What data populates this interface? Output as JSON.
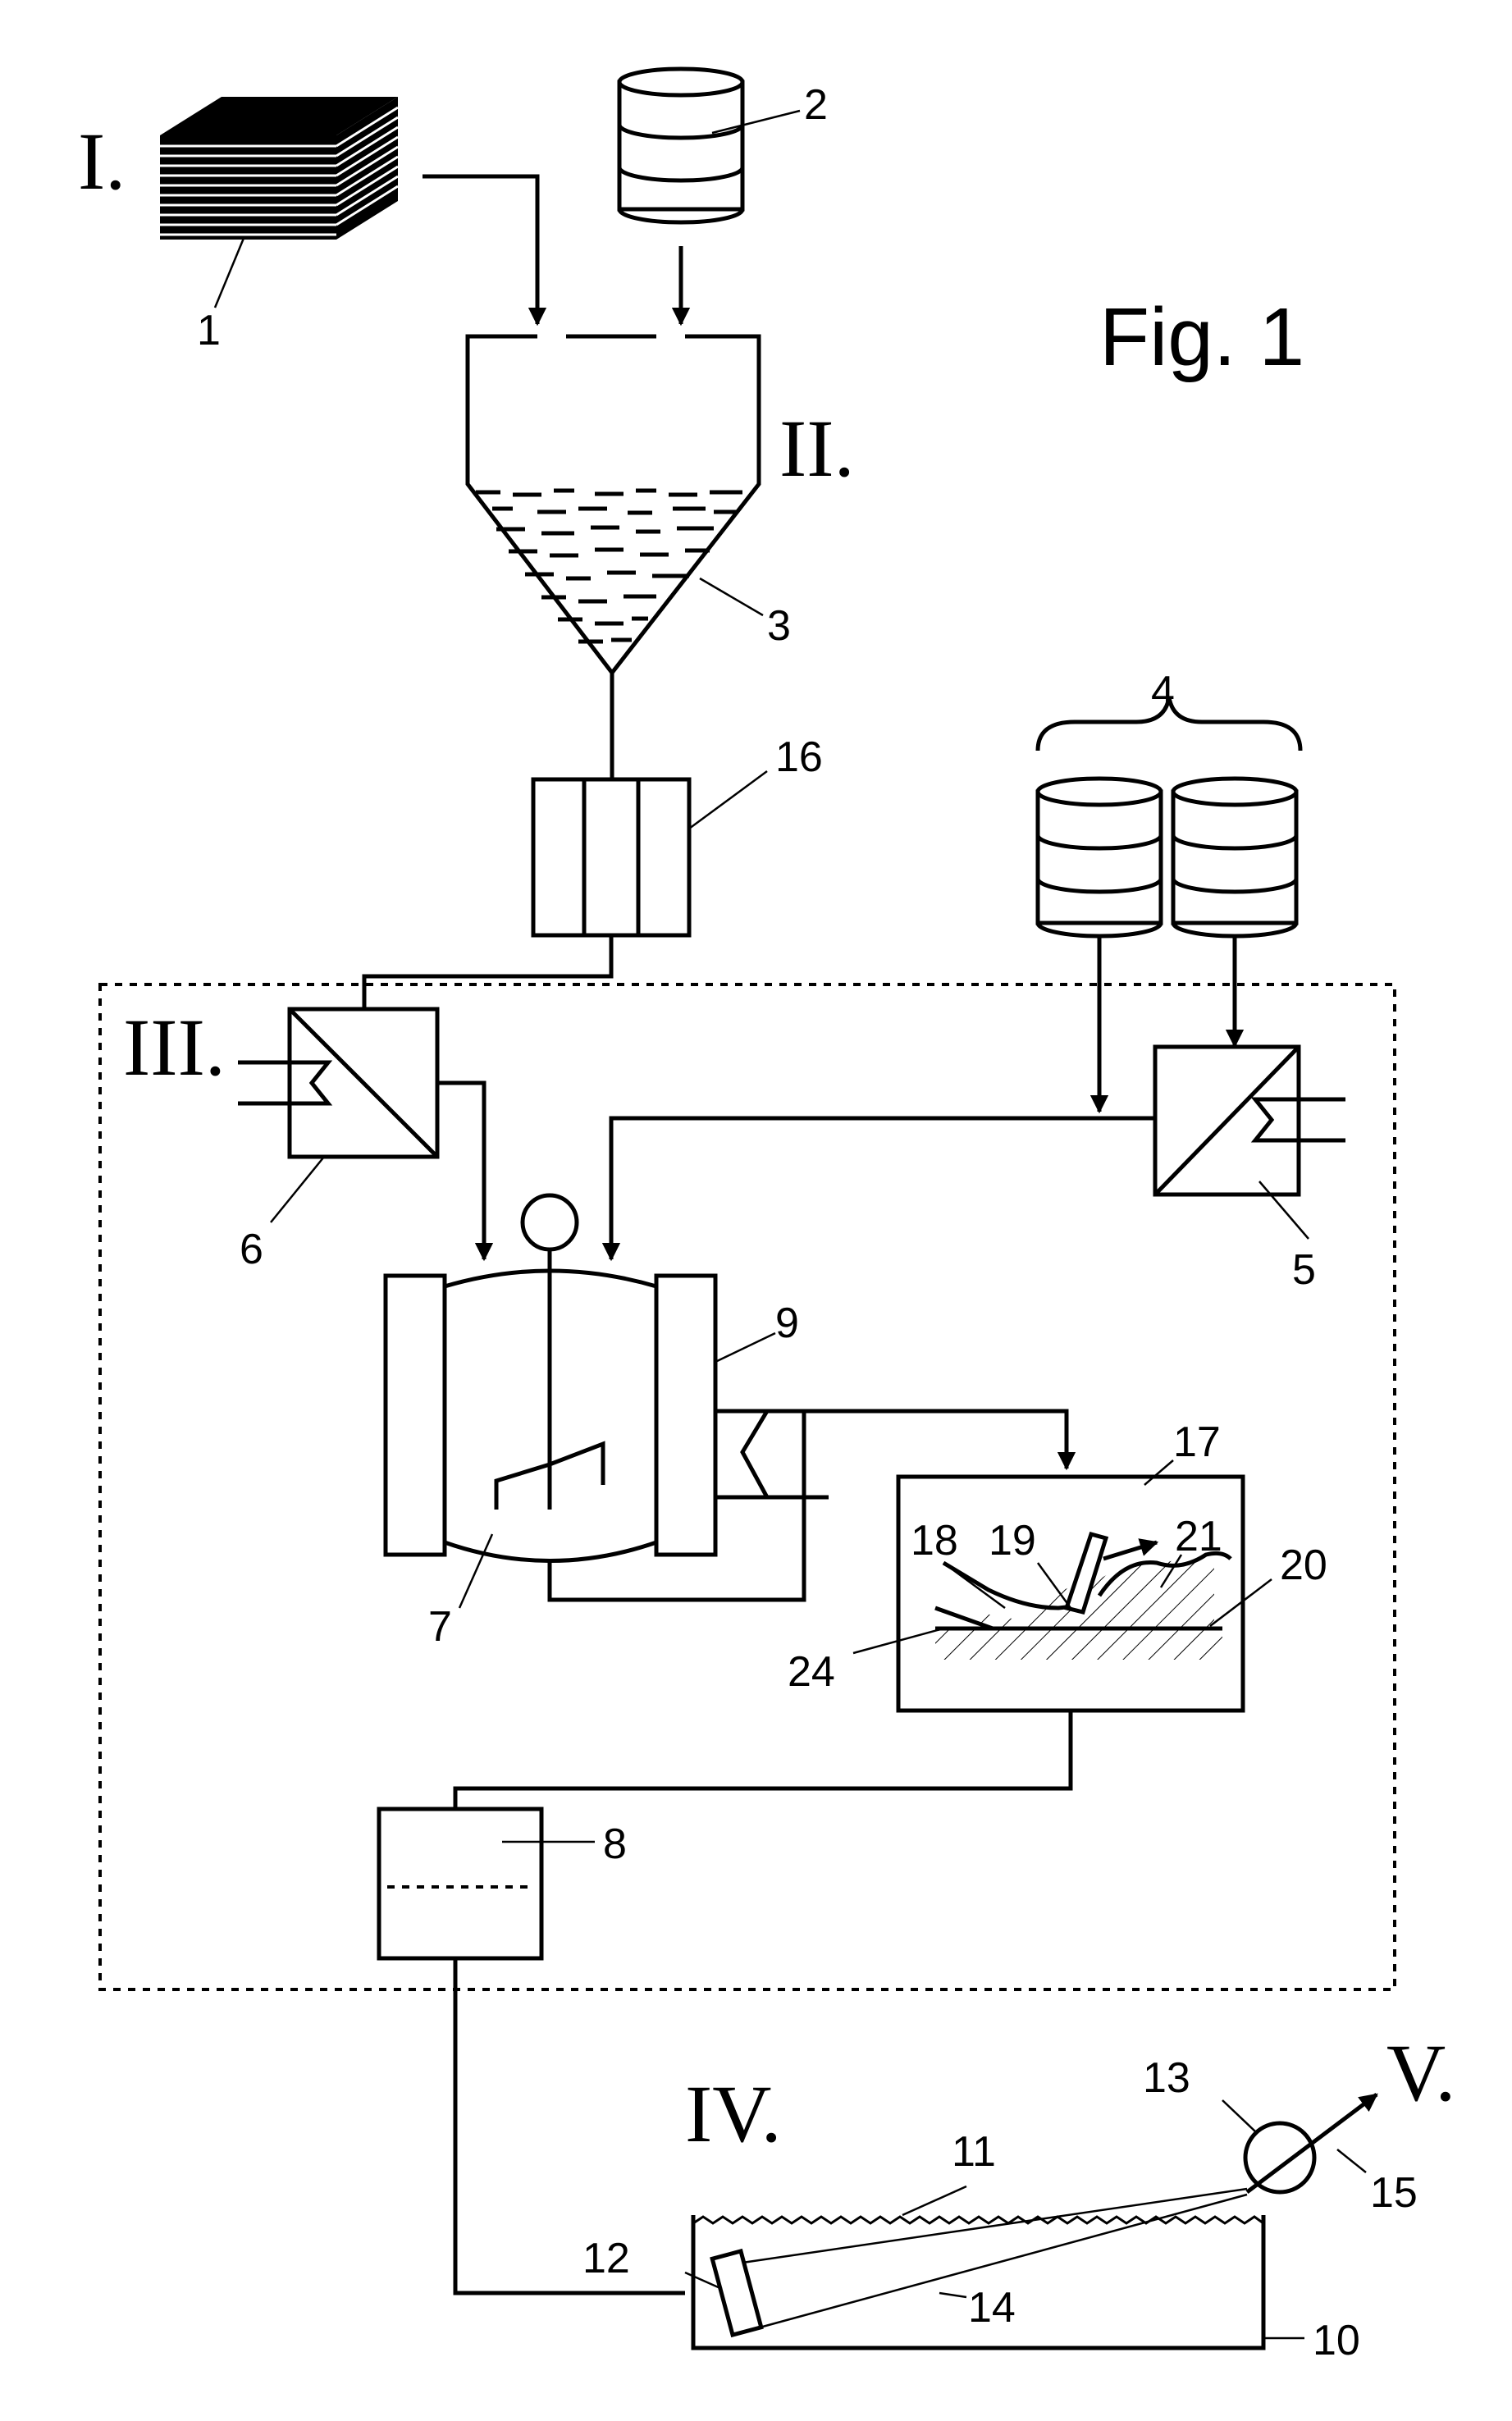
{
  "figure": {
    "title": "Fig. 1"
  },
  "stages": {
    "s1": "I.",
    "s2": "II.",
    "s3": "III.",
    "s4": "IV.",
    "s5": "V."
  },
  "refs": {
    "r1": "1",
    "r2": "2",
    "r3": "3",
    "r4": "4",
    "r5": "5",
    "r6": "6",
    "r7": "7",
    "r8": "8",
    "r9": "9",
    "r10": "10",
    "r11": "11",
    "r12": "12",
    "r13": "13",
    "r14": "14",
    "r15": "15",
    "r16": "16",
    "r17": "17",
    "r18": "18",
    "r19": "19",
    "r20": "20",
    "r21": "21",
    "r24": "24"
  },
  "icons": {
    "paper-stack": "paper-stack-icon",
    "barrel": "barrel-icon",
    "heat-exchanger": "heat-exchanger-icon",
    "motor": "motor-icon"
  }
}
